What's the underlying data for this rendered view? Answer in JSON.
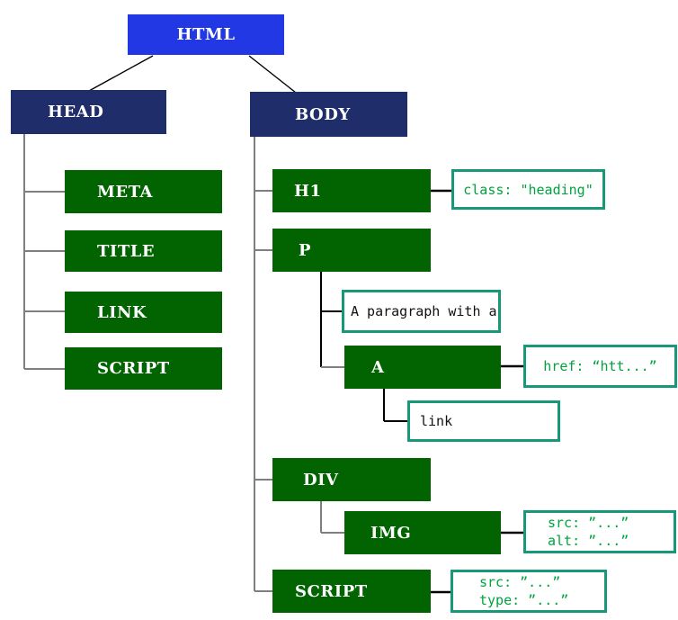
{
  "diagram": {
    "type": "dom-tree",
    "colors": {
      "root_blue": "#2238E4",
      "branch_navy": "#1F2D6B",
      "element_green": "#016401",
      "annotation_border_teal": "#169879",
      "annotation_text_green": "#00A33E",
      "tree_line_gray": "#7F7F7F",
      "annotation_line_black": "#000000"
    },
    "nodes": {
      "html": "HTML",
      "head": "HEAD",
      "body": "BODY",
      "meta": "META",
      "title": "TITLE",
      "link": "LINK",
      "script_head": "SCRIPT",
      "h1": "H1",
      "p": "P",
      "a": "A",
      "div": "DIV",
      "img": "IMG",
      "script_body": "SCRIPT"
    },
    "text_nodes": {
      "paragraph": "A paragraph with a",
      "link": "link"
    },
    "annotations": {
      "h1": "class: \"heading\"",
      "a": "href: “htt...”",
      "img": [
        "src: ”...”",
        "alt: ”...”"
      ],
      "script": [
        "src: ”...”",
        "type: ”...”"
      ]
    }
  }
}
